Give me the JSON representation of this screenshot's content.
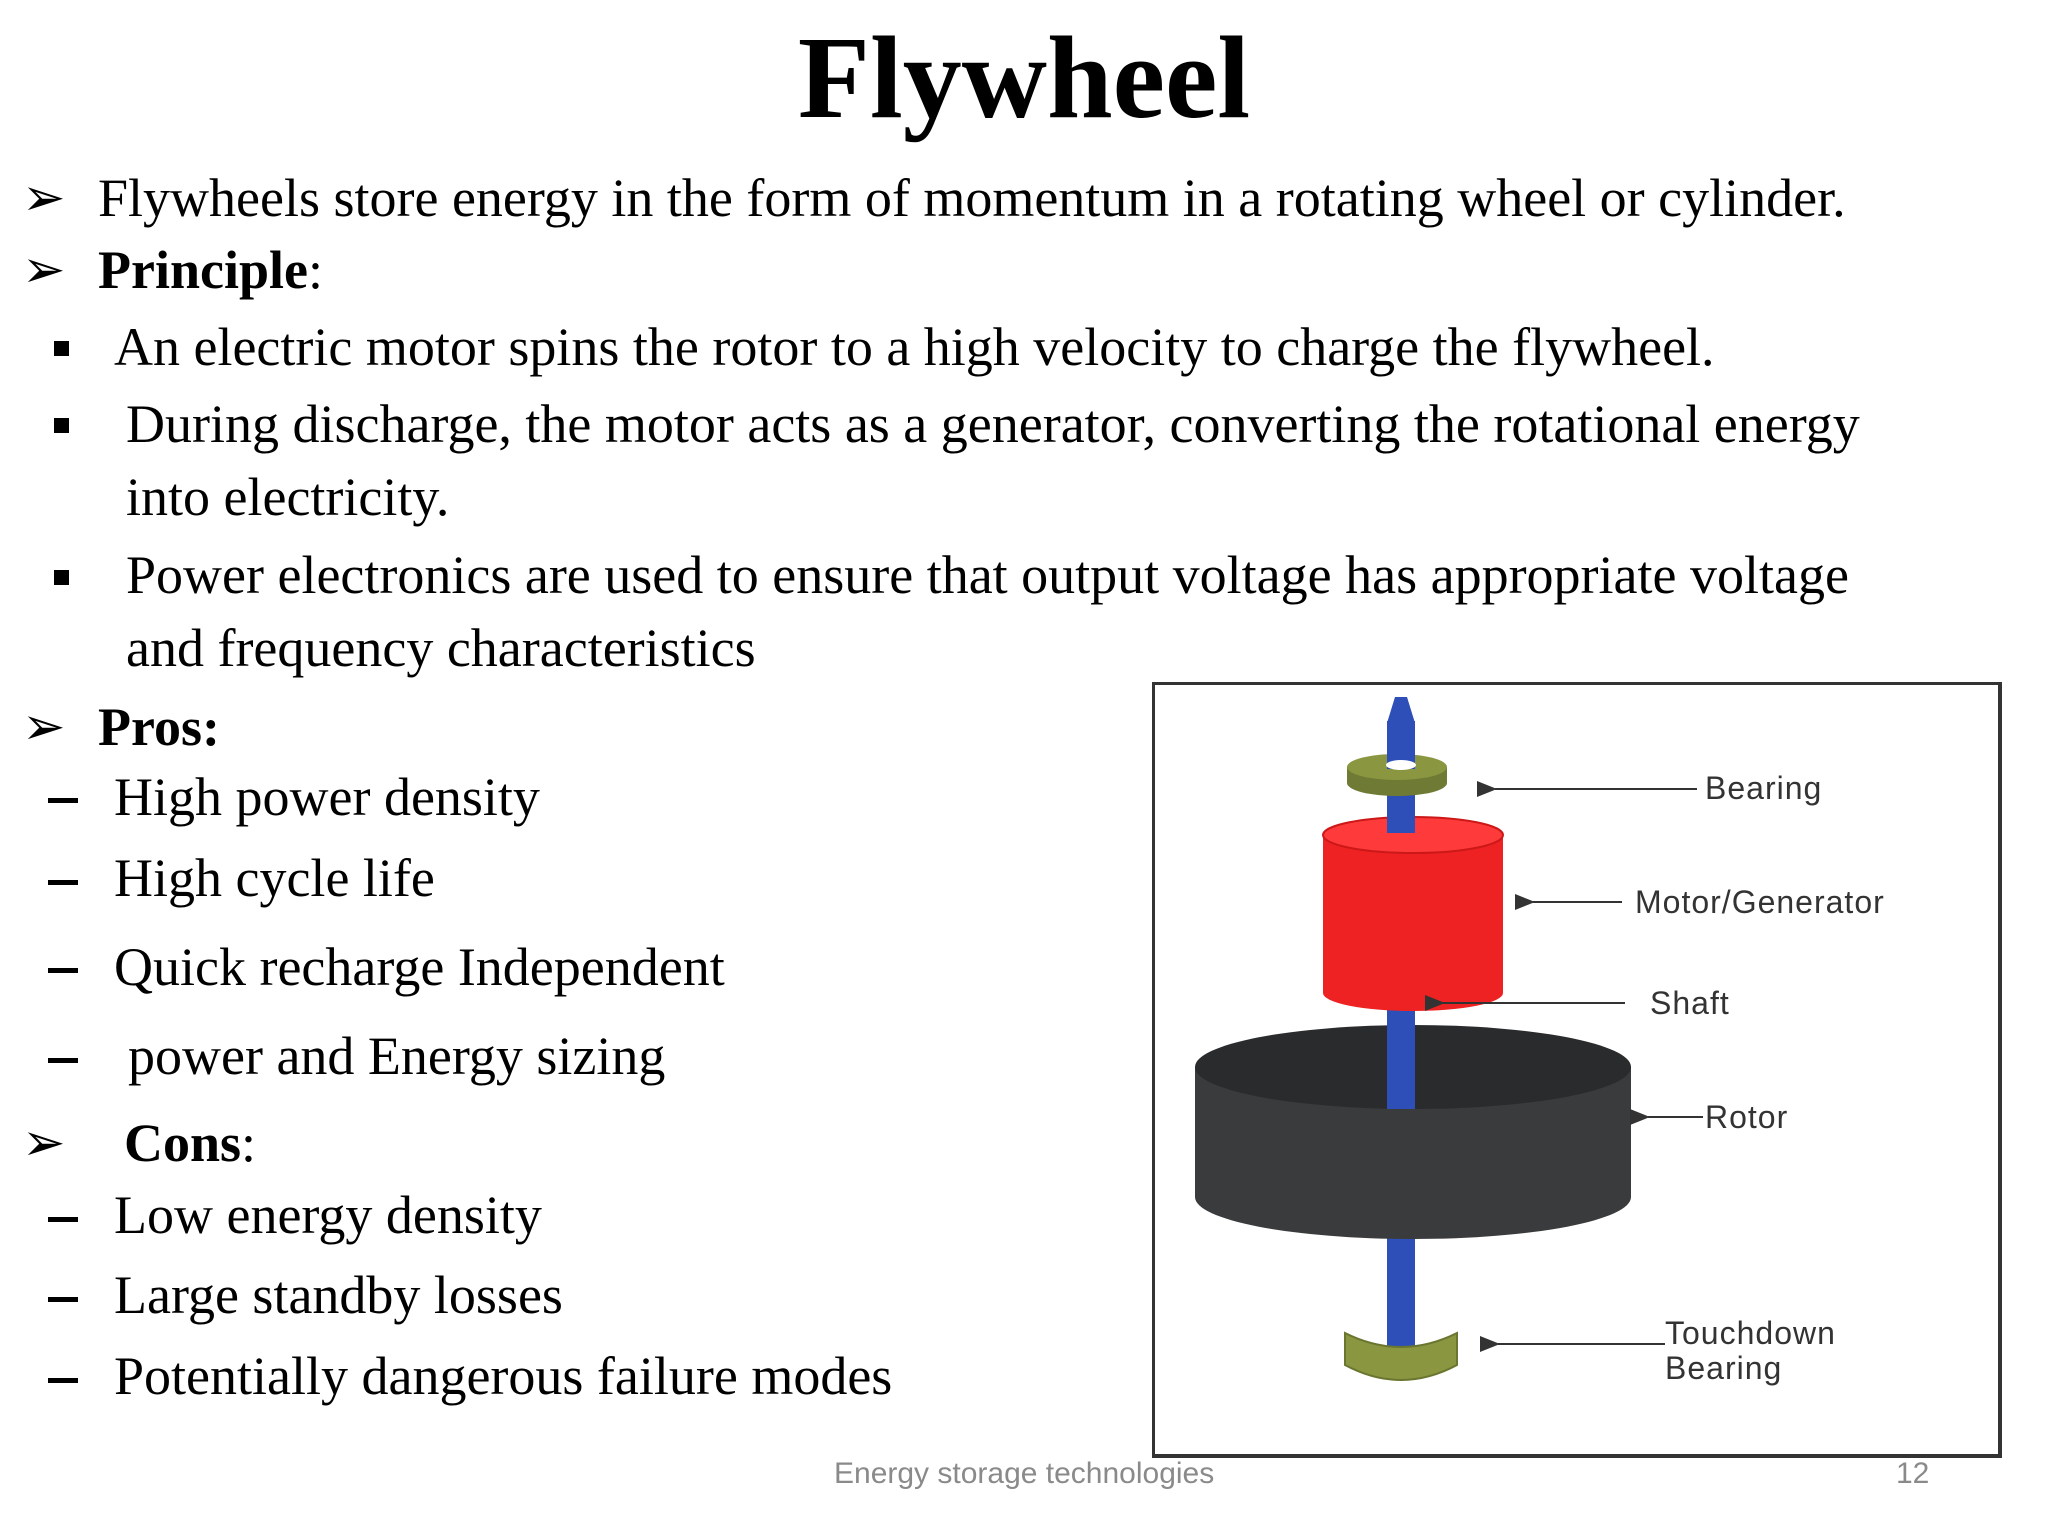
{
  "slide": {
    "title": "Flywheel",
    "intro": "Flywheels store energy in the form of momentum in a rotating wheel or cylinder.",
    "principle": {
      "heading": "Principle",
      "colon": ":",
      "bullets": [
        "An electric motor spins the rotor to a high velocity to charge the flywheel.",
        "During discharge, the motor acts as a generator, converting the rotational energy",
        "into electricity.",
        "Power electronics are used to ensure that output voltage has appropriate voltage",
        "and frequency characteristics"
      ]
    },
    "pros": {
      "heading": "Pros:",
      "items": [
        "High power density",
        "High cycle life",
        "Quick recharge Independent",
        "power and Energy sizing"
      ]
    },
    "cons": {
      "heading": "Cons",
      "colon": ":",
      "items": [
        "Low energy density",
        "Large standby losses",
        "Potentially dangerous failure modes"
      ]
    }
  },
  "figure": {
    "labels": {
      "bearing": "Bearing",
      "motor": "Motor/Generator",
      "shaft": "Shaft",
      "rotor": "Rotor",
      "touchdown_1": "Touchdown",
      "touchdown_2": "Bearing"
    },
    "colors": {
      "shaft": "#2e4fb8",
      "bearing": "#8a9640",
      "motor": "#ee2222",
      "rotor": "#3a3b3d"
    }
  },
  "footer": {
    "text": "Energy storage technologies",
    "page_number": "12"
  }
}
